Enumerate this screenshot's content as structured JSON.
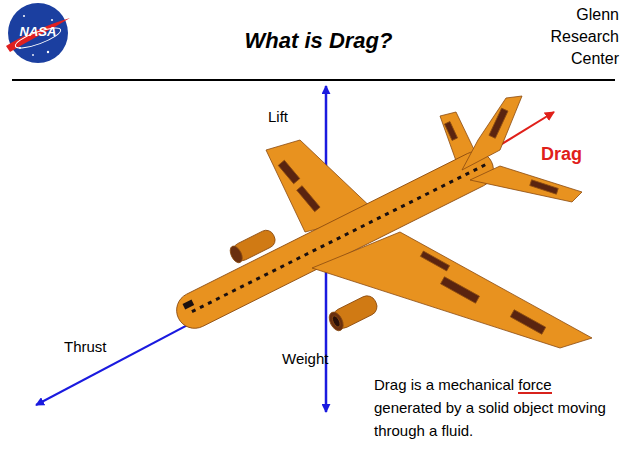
{
  "diagram": {
    "title": "What is Drag?",
    "caption": "Drag is a mechanical force generated by a solid object moving through a fluid.",
    "labels": [
      "NASA",
      "Glenn Research Center",
      "Lift",
      "Weight",
      "Thrust",
      "Drag"
    ]
  }
}
